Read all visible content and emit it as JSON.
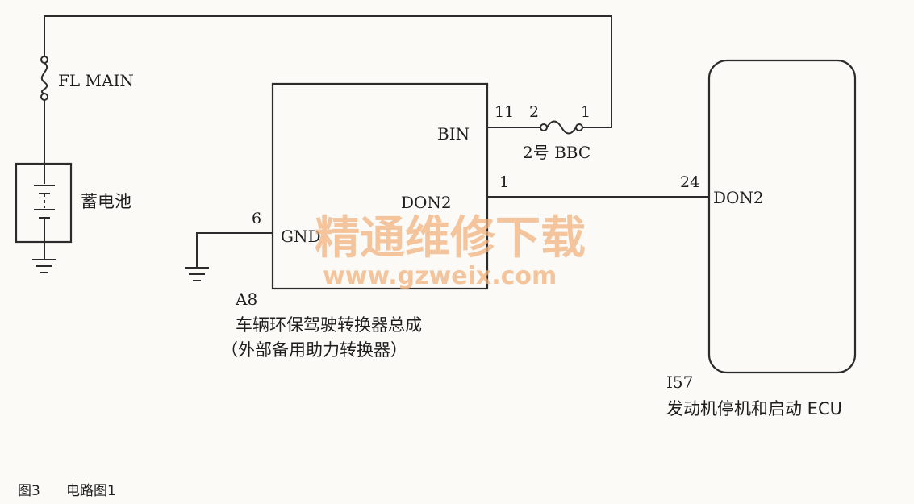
{
  "fuse_main": {
    "label": "FL MAIN"
  },
  "battery": {
    "label": "蓄电池"
  },
  "converter": {
    "pins": {
      "bin": "BIN",
      "don2": "DON2",
      "gnd": "GND"
    },
    "pin_numbers": {
      "bin": "11",
      "don2": "1",
      "gnd": "6"
    },
    "id": "A8",
    "name_line1": "车辆环保驾驶转换器总成",
    "name_line2": "（外部备用助力转换器）"
  },
  "fuse_bbc": {
    "pin_left": "2",
    "pin_right": "1",
    "label": "2号 BBC"
  },
  "ecu": {
    "pin": "DON2",
    "pin_number": "24",
    "id": "I57",
    "name": "发动机停机和启动 ECU"
  },
  "watermark": {
    "line1": "精通维修下载",
    "line2": "www.gzweix.com"
  },
  "caption": {
    "figure": "图3",
    "title": "电路图1"
  }
}
